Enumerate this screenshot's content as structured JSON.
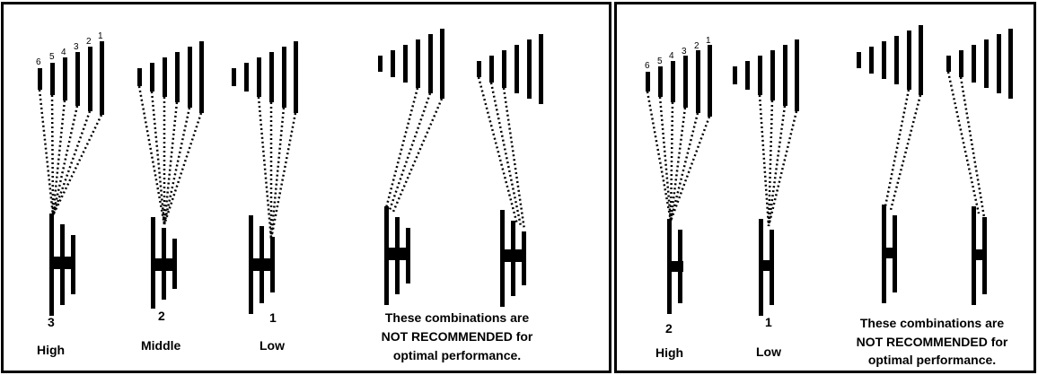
{
  "left_panel": {
    "groups": [
      {
        "gear": "3",
        "label": "High"
      },
      {
        "gear": "2",
        "label": "Middle"
      },
      {
        "gear": "1",
        "label": "Low"
      }
    ],
    "cog_numbers": [
      "6",
      "5",
      "4",
      "3",
      "2",
      "1"
    ],
    "not_recommended": [
      "These combinations are",
      "NOT RECOMMENDED for",
      "optimal performance."
    ]
  },
  "right_panel": {
    "groups": [
      {
        "gear": "2",
        "label": "High"
      },
      {
        "gear": "1",
        "label": "Low"
      }
    ],
    "cog_numbers": [
      "6",
      "5",
      "4",
      "3",
      "2",
      "1"
    ],
    "not_recommended": [
      "These combinations are",
      "NOT RECOMMENDED for",
      "optimal performance."
    ]
  }
}
